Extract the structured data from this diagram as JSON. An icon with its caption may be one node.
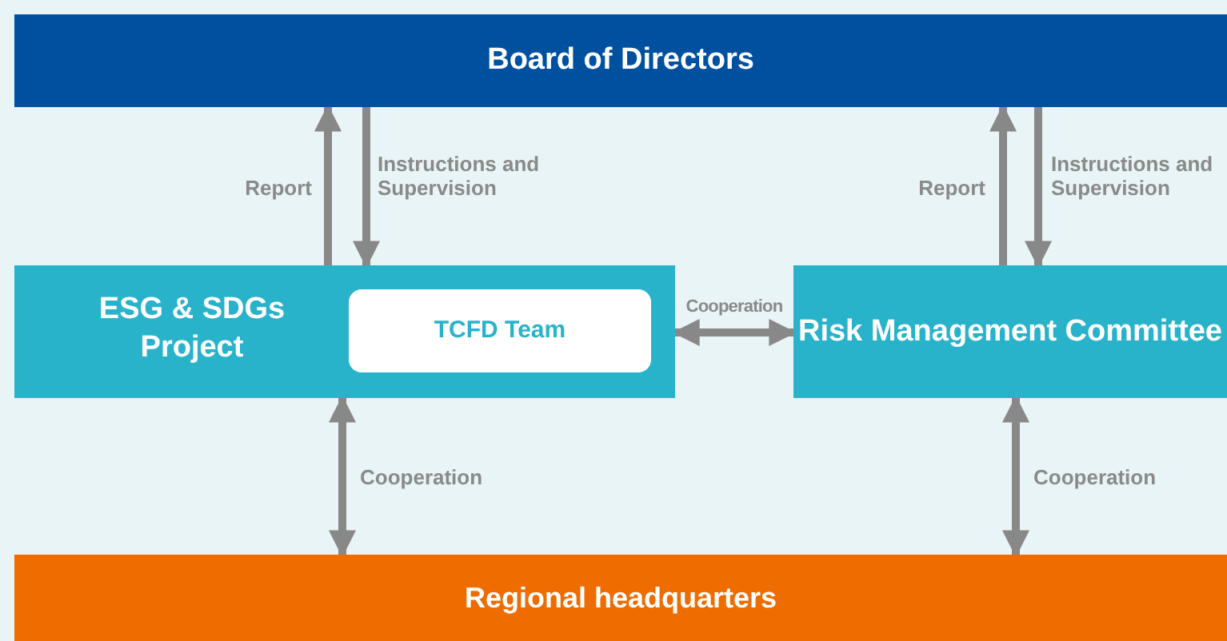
{
  "diagram": {
    "nodes": [
      {
        "text": [
          "Board of Directors"
        ]
      },
      {
        "text": [
          "ESG & SDGs Project"
        ]
      },
      {
        "text": [
          "TCFD Team"
        ],
        "in": 1
      },
      {
        "text": [
          "Risk Management Committee"
        ]
      },
      {
        "text": [
          "Regional headquarters"
        ]
      }
    ],
    "edges": [
      {
        "from": 1,
        "to": 0,
        "arrow": "to",
        "label": "Report"
      },
      {
        "from": 0,
        "to": 1,
        "arrow": "to",
        "label": "Instructions and Supervision"
      },
      {
        "from": 3,
        "to": 0,
        "arrow": "to",
        "label": "Report"
      },
      {
        "from": 0,
        "to": 3,
        "arrow": "to",
        "label": "Instructions and Supervision"
      },
      {
        "from": 1,
        "to": 3,
        "arrow": "both",
        "label": "Cooperation"
      },
      {
        "from": 1,
        "to": 4,
        "arrow": "both",
        "label": "Cooperation"
      },
      {
        "from": 3,
        "to": 4,
        "arrow": "both",
        "label": "Cooperation"
      }
    ]
  }
}
